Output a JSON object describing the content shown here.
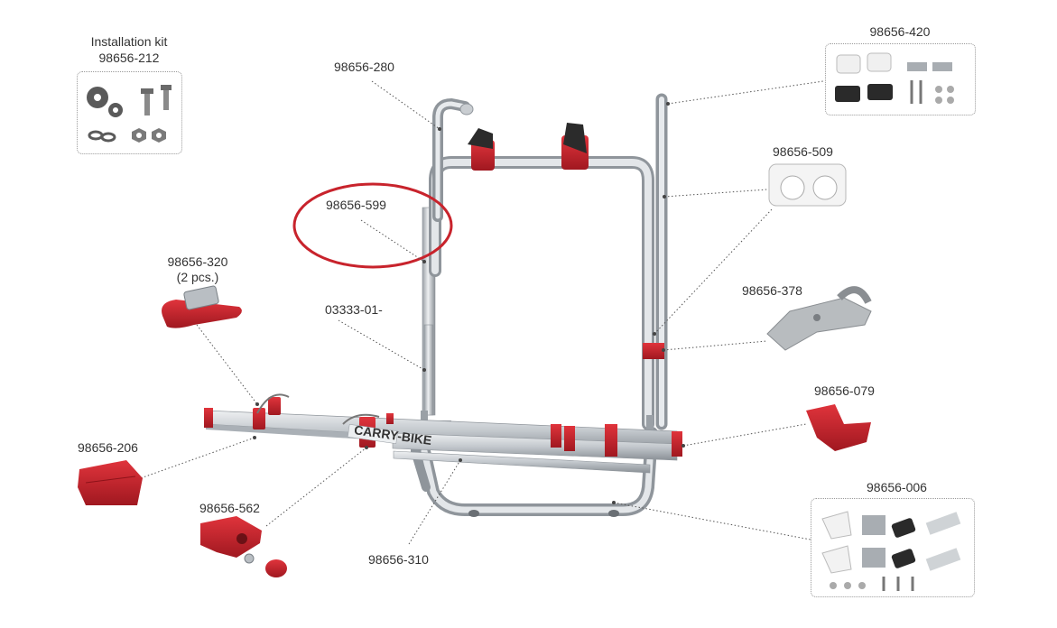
{
  "labels": {
    "kit_title": "Installation kit",
    "kit_code": "98656-212",
    "p280": "98656-280",
    "p420": "98656-420",
    "p509": "98656-509",
    "p599": "98656-599",
    "p320": "98656-320",
    "p320_qty": "(2 pcs.)",
    "p03333": "03333-01-",
    "p378": "98656-378",
    "p079": "98656-079",
    "p206": "98656-206",
    "p562": "98656-562",
    "p310": "98656-310",
    "p006": "98656-006",
    "brand_tag": "CARRY-BIKE"
  },
  "colors": {
    "frame": "#c4c8cc",
    "frame_dark": "#8f959b",
    "accent_red": "#c8232c",
    "highlight_circle": "#c8232c",
    "leader": "#555555"
  }
}
